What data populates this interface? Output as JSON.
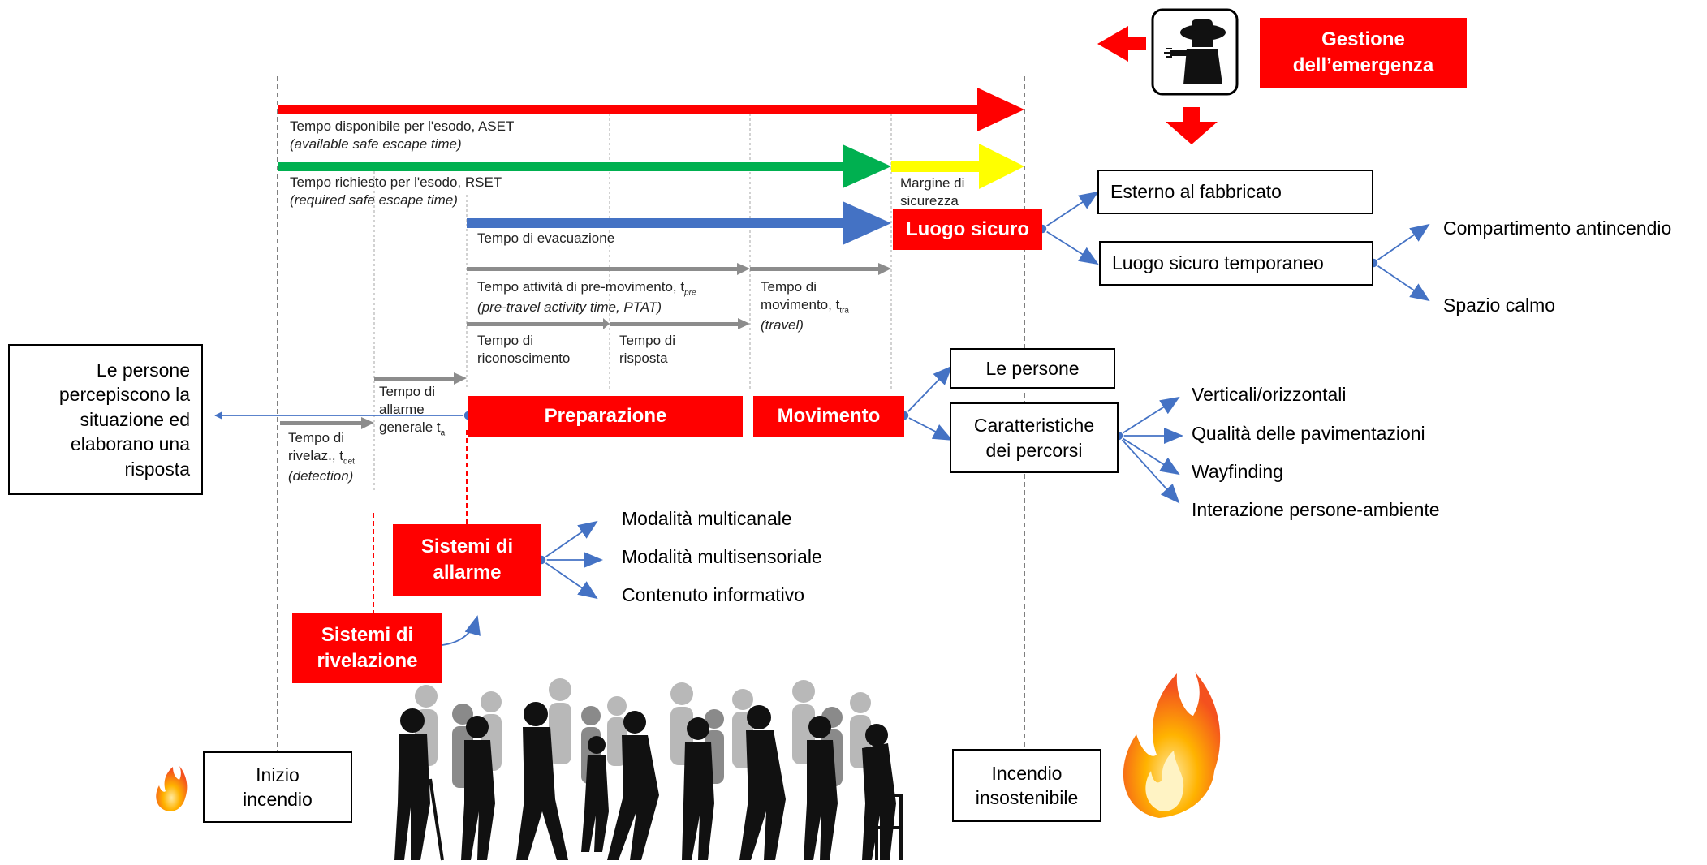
{
  "colors": {
    "aset": "#ff0000",
    "rset": "#00b050",
    "margin": "#ffff00",
    "evacuation": "#4472c4",
    "grey_arrow": "#8c8c8c",
    "red_box": "#ff0000",
    "connector": "#4472c4"
  },
  "timeline": {
    "aset_line1": "Tempo disponibile per l'esodo, ASET",
    "aset_line2": "(available safe escape time)",
    "rset_line1": "Tempo richiesto per l'esodo, RSET",
    "rset_line2": "(required safe escape time)",
    "margin_line1": "Margine di",
    "margin_line2": "sicurezza",
    "evac": "Tempo di evacuazione",
    "premove_line1": "Tempo attività di pre-movimento, t",
    "premove_sub": "pre",
    "premove_line2": "(pre-travel activity time, PTAT)",
    "recog_line1": "Tempo di",
    "recog_line2": "riconoscimento",
    "resp_line1": "Tempo di",
    "resp_line2": "risposta",
    "move_line1": "Tempo di",
    "move_line2": "movimento, t",
    "move_sub": "tra",
    "move_line3": "(travel)",
    "alarm_line1": "Tempo di",
    "alarm_line2": "allarme",
    "alarm_line3": "generale t",
    "alarm_sub": "a",
    "detect_line1": "Tempo di",
    "detect_line2": "rivelaz., t",
    "detect_sub": "det",
    "detect_line3": "(detection)"
  },
  "red_boxes": {
    "gestione_line1": "Gestione",
    "gestione_line2": "dell’emergenza",
    "luogo_sicuro": "Luogo sicuro",
    "preparazione": "Preparazione",
    "movimento": "Movimento",
    "allarme_line1": "Sistemi di",
    "allarme_line2": "allarme",
    "rivelazione_line1": "Sistemi di",
    "rivelazione_line2": "rivelazione"
  },
  "boxes": {
    "esterno": "Esterno al fabbricato",
    "luogo_temp": "Luogo sicuro temporaneo",
    "persone": "Le persone",
    "caratt_line1": "Caratteristiche",
    "caratt_line2": "dei percorsi",
    "left_line1": "Le persone",
    "left_line2": "percepiscono la",
    "left_line3": "situazione ed",
    "left_line4": "elaborano una",
    "left_line5": "risposta",
    "inizio_line1": "Inizio",
    "inizio_line2": "incendio",
    "insost_line1": "Incendio",
    "insost_line2": "insostenibile"
  },
  "leaves": {
    "compartimento": "Compartimento antincendio",
    "spazio": "Spazio calmo",
    "verticali": "Verticali/orizzontali",
    "qualita": "Qualità delle pavimentazioni",
    "wayfinding": "Wayfinding",
    "interazione": "Interazione persone-ambiente",
    "multicanale": "Modalità multicanale",
    "multisensoriale": "Modalità multisensoriale",
    "contenuto": "Contenuto informativo"
  },
  "icons": [
    "firefighter-icon",
    "fire-icon",
    "crowd-silhouette"
  ]
}
